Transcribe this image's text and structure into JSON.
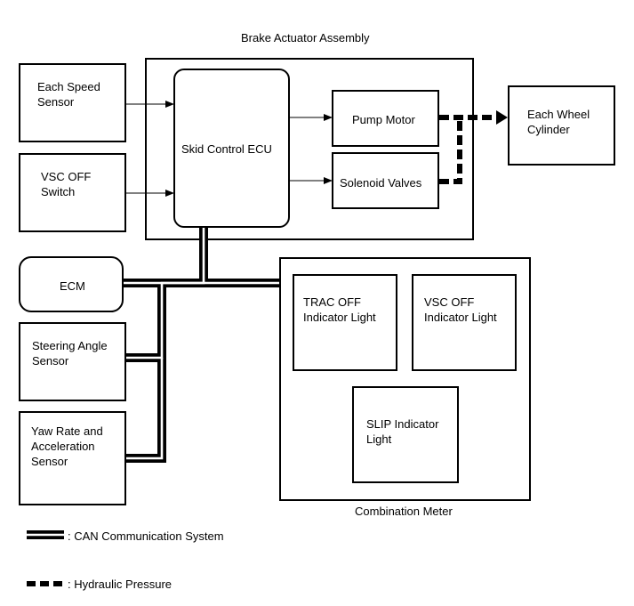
{
  "title": "Brake Actuator Assembly",
  "sensors": {
    "speed": "Each Speed\nSensor",
    "vsc_switch": "VSC OFF\nSwitch",
    "ecm": "ECM",
    "steering": "Steering Angle\nSensor",
    "yaw": "Yaw Rate and\nAcceleration\nSensor"
  },
  "actuator": {
    "ecu": "Skid Control ECU",
    "pump": "Pump Motor",
    "solenoid": "Solenoid Valves"
  },
  "wheel": "Each Wheel\nCylinder",
  "meter": {
    "title": "Combination Meter",
    "trac": "TRAC OFF\nIndicator Light",
    "vsc": "VSC OFF\nIndicator Light",
    "slip": "SLIP Indicator\nLight"
  },
  "legend": {
    "can": ": CAN Communication System",
    "hydraulic": ": Hydraulic Pressure"
  }
}
